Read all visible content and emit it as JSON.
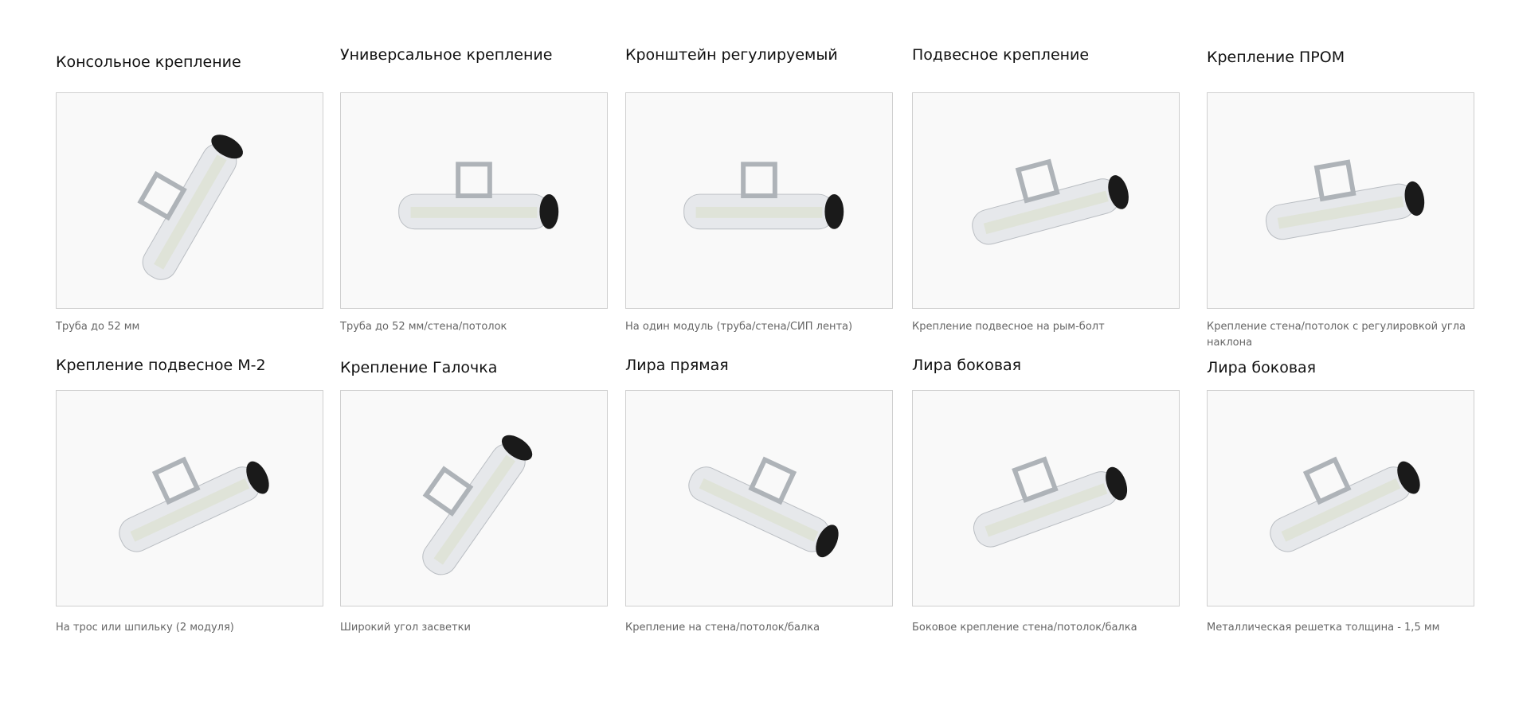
{
  "items": [
    {
      "title": "Консольное крепление",
      "caption": "Труба до 52 мм",
      "image": "console-mount-lamp"
    },
    {
      "title": "Универсальное крепление",
      "caption": "Труба до 52 мм/стена/потолок",
      "image": "universal-mount-lamp"
    },
    {
      "title": "Кронштейн регулируемый",
      "caption": "На один модуль (труба/стена/СИП лента)",
      "image": "adjustable-bracket-lamp"
    },
    {
      "title": "Подвесное крепление",
      "caption": "Крепление подвесное на рым-болт",
      "image": "suspended-mount-lamp"
    },
    {
      "title": "Крепление ПРОМ",
      "caption": "Крепление стена/потолок с регулировкой угла наклона",
      "image": "prom-mount-lamp"
    },
    {
      "title": "Крепление подвесное М-2",
      "caption": "На трос или шпильку  (2 модуля)",
      "image": "suspended-m2-lamp"
    },
    {
      "title": "Крепление Галочка",
      "caption": "Широкий угол засветки",
      "image": "galochka-mount-lamp"
    },
    {
      "title": "Лира прямая",
      "caption": "Крепление на стена/потолок/балка",
      "image": "lyre-straight-lamp"
    },
    {
      "title": "Лира боковая",
      "caption": "Боковое крепление стена/потолок/балка",
      "image": "lyre-side-lamp"
    },
    {
      "title": "Лира боковая",
      "caption": "Металлическая решетка толщина - 1,5 мм",
      "image": "lyre-side-grid-lamp"
    }
  ]
}
